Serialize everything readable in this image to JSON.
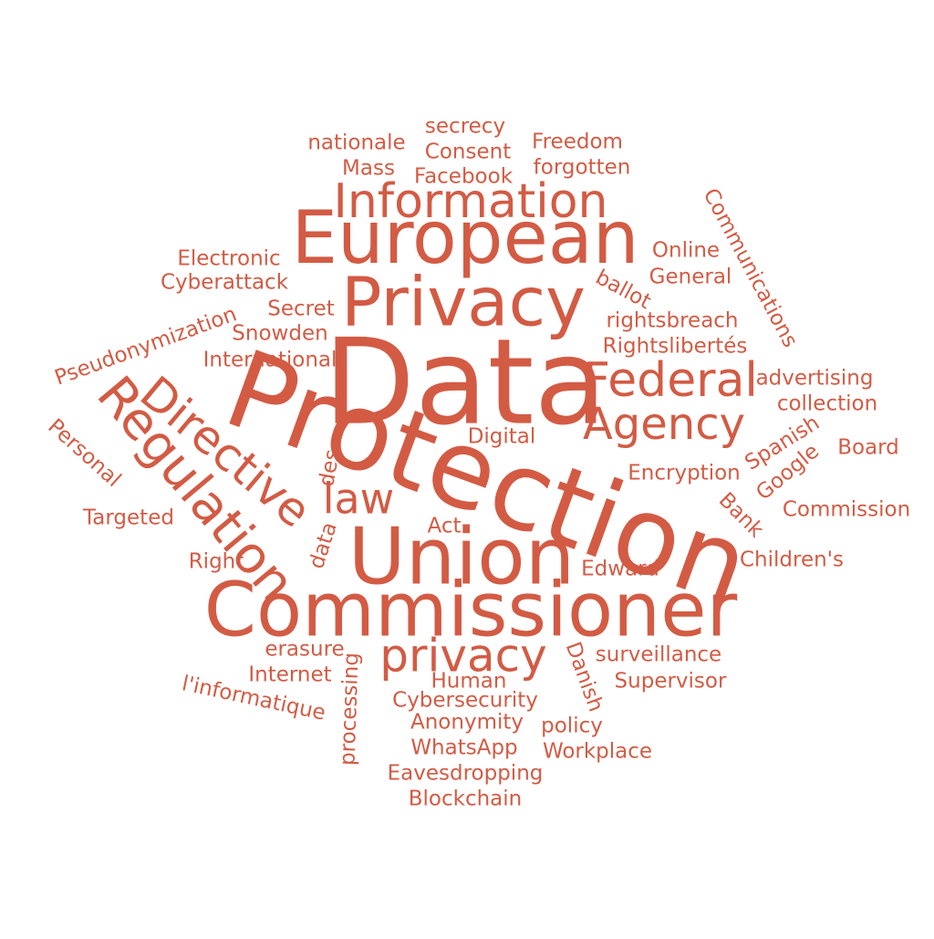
{
  "style": {
    "text_color": "#d35b44",
    "background_color": "#ffffff"
  },
  "words": [
    {
      "text": "Data"
    },
    {
      "text": "Protection"
    },
    {
      "text": "Union"
    },
    {
      "text": "Commissioner"
    },
    {
      "text": "European"
    },
    {
      "text": "Privacy"
    },
    {
      "text": "Information"
    },
    {
      "text": "Regulation"
    },
    {
      "text": "Directive"
    },
    {
      "text": "Federal"
    },
    {
      "text": "Agency"
    },
    {
      "text": "privacy"
    },
    {
      "text": "law"
    },
    {
      "text": "secrecy"
    },
    {
      "text": "nationale"
    },
    {
      "text": "Consent"
    },
    {
      "text": "Freedom"
    },
    {
      "text": "Mass"
    },
    {
      "text": "Facebook"
    },
    {
      "text": "forgotten"
    },
    {
      "text": "Communications"
    },
    {
      "text": "Electronic"
    },
    {
      "text": "Online"
    },
    {
      "text": "Cyberattack"
    },
    {
      "text": "General"
    },
    {
      "text": "ballot"
    },
    {
      "text": "Secret"
    },
    {
      "text": "Pseudonymization"
    },
    {
      "text": "rightsbreach"
    },
    {
      "text": "Snowden"
    },
    {
      "text": "Rightslibertés"
    },
    {
      "text": "International"
    },
    {
      "text": "advertising"
    },
    {
      "text": "collection"
    },
    {
      "text": "Personal"
    },
    {
      "text": "Digital"
    },
    {
      "text": "Spanish"
    },
    {
      "text": "Board"
    },
    {
      "text": "des"
    },
    {
      "text": "Encryption"
    },
    {
      "text": "Google"
    },
    {
      "text": "Bank"
    },
    {
      "text": "Targeted"
    },
    {
      "text": "Commission"
    },
    {
      "text": "Act"
    },
    {
      "text": "data"
    },
    {
      "text": "Right"
    },
    {
      "text": "Children's"
    },
    {
      "text": "Edward"
    },
    {
      "text": "erasure"
    },
    {
      "text": "surveillance"
    },
    {
      "text": "Danish"
    },
    {
      "text": "Internet"
    },
    {
      "text": "Human"
    },
    {
      "text": "Supervisor"
    },
    {
      "text": "l'informatique"
    },
    {
      "text": "processing"
    },
    {
      "text": "Cybersecurity"
    },
    {
      "text": "Anonymity"
    },
    {
      "text": "policy"
    },
    {
      "text": "WhatsApp"
    },
    {
      "text": "Workplace"
    },
    {
      "text": "Eavesdropping"
    },
    {
      "text": "Blockchain"
    }
  ]
}
